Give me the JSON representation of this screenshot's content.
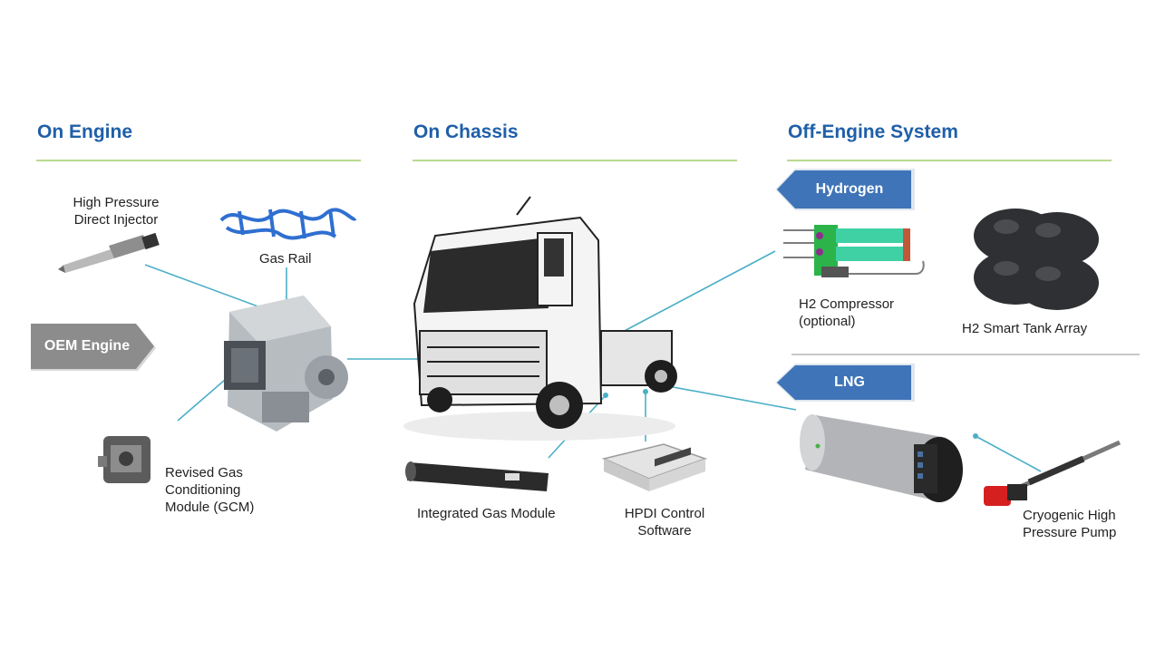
{
  "sections": {
    "on_engine": "On Engine",
    "on_chassis": "On Chassis",
    "off_engine": "Off-Engine System"
  },
  "tags": {
    "oem_engine": "OEM Engine",
    "hydrogen": "Hydrogen",
    "lng": "LNG"
  },
  "labels": {
    "injector": [
      "High Pressure",
      "Direct Injector"
    ],
    "gas_rail": "Gas Rail",
    "gcm": [
      "Revised Gas",
      "Conditioning",
      "Module (GCM)"
    ],
    "integrated_gas_module": "Integrated Gas Module",
    "hpdi_control": [
      "HPDI Control",
      "Software"
    ],
    "h2_compressor": [
      "H2 Compressor",
      "(optional)"
    ],
    "h2_tank_array": "H2 Smart Tank Array",
    "cryo_pump": [
      "Cryogenic High",
      "Pressure Pump"
    ]
  },
  "colors": {
    "title": "#1f5fa8",
    "rule": "#b9d98f",
    "connector": "#4bafc7",
    "tag_blue": "#3f74b8",
    "tag_grey": "#8c8c8c"
  },
  "icons": [
    "injector-image",
    "gas-rail-image",
    "engine-image",
    "gcm-image",
    "truck-image",
    "integrated-gas-module-image",
    "ecu-image",
    "h2-compressor-image",
    "h2-tank-array-image",
    "lng-tank-image",
    "cryo-pump-image"
  ]
}
